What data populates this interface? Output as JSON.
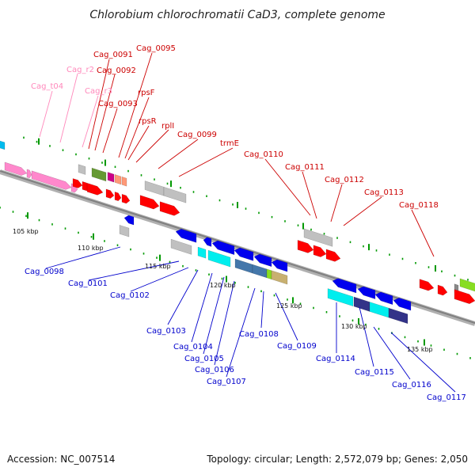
{
  "title": "Chlorobium chlorochromatii CaD3, complete genome",
  "footer": {
    "accession": "Accession: NC_007514",
    "summary": "Topology: circular; Length: 2,572,079 bp; Genes: 2,050"
  },
  "colors": {
    "backbone": "#999999",
    "forward_label": "#cc0000",
    "reverse_label": "#0000cc",
    "rna_label": "#ff88bb",
    "tick": "#009900",
    "protein_forward": "#ff0000",
    "protein_reverse": "#0000ee",
    "rna": "#ff88cc",
    "other": "#c0c0c0",
    "cog_cyan": "#00eeee",
    "cog_olive": "#669933",
    "cog_tan": "#c8b070",
    "cog_steel": "#4477aa",
    "cog_navy": "#333388",
    "cog_magenta": "#cc0088",
    "cog_salmon": "#ff9977",
    "cog_lime": "#88dd22"
  },
  "ticks": [
    "105 kbp",
    "110 kbp",
    "115 kbp",
    "120 kbp",
    "125 kbp",
    "130 kbp",
    "135 kbp"
  ],
  "labels": {
    "rna": [
      "Cag_t04",
      "Cag_r2",
      "Cag_r3"
    ],
    "forward": [
      "Cag_0091",
      "Cag_0095",
      "Cag_0092",
      "rpsF",
      "Cag_0093",
      "rpsR",
      "rplI",
      "Cag_0099",
      "trmE",
      "Cag_0110",
      "Cag_0111",
      "Cag_0112",
      "Cag_0113",
      "Cag_0118"
    ],
    "reverse": [
      "Cag_0098",
      "Cag_0101",
      "Cag_0102",
      "Cag_0103",
      "Cag_0104",
      "Cag_0105",
      "Cag_0106",
      "Cag_0107",
      "Cag_0108",
      "Cag_0109",
      "Cag_0114",
      "Cag_0115",
      "Cag_0116",
      "Cag_0117"
    ]
  }
}
